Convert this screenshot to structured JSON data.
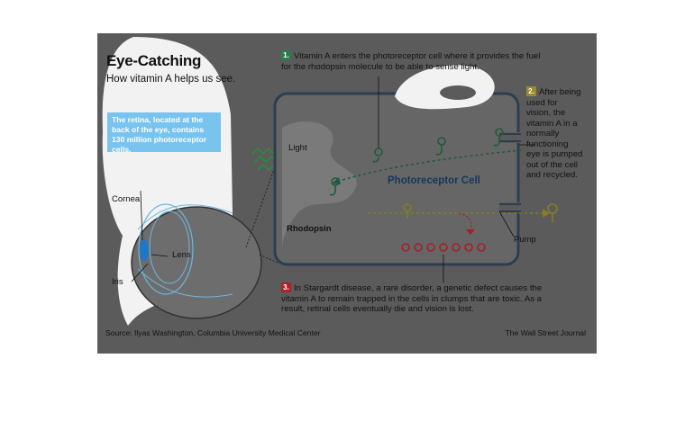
{
  "title": "Eye-Catching",
  "subtitle": "How vitamin A helps us see.",
  "callout": "The retina, located at the back of the eye, contains 130 million photoreceptor cells.",
  "labels": {
    "cornea": "Cornea",
    "lens": "Lens",
    "iris": "Iris",
    "light": "Light",
    "rhodopsin": "Rhodopsin",
    "pump": "Pump",
    "cell": "Photoreceptor Cell"
  },
  "steps": [
    {
      "num": "1.",
      "color": "#2f7a4f",
      "text": "Vitamin A enters the photoreceptor cell where it provides the fuel for the rhodopsin molecule to be able to sense light."
    },
    {
      "num": "2.",
      "color": "#9a8a2a",
      "text": "After being used for vision, the vitamin A in a normally functioning eye is pumped out of the cell and recycled."
    },
    {
      "num": "3.",
      "color": "#b0202a",
      "text": "In Stargardt disease, a rare disorder, a genetic defect causes the vitamin A to remain trapped in the cells in clumps that are toxic. As a result, retinal cells eventually die and vision is lost."
    }
  ],
  "source": "Source: Ilyas Washington, Columbia University Medical Center",
  "credit": "The Wall Street Journal",
  "colors": {
    "panel": "#5b5b5b",
    "callout": "#79c4ee",
    "green": "#1f5a3a",
    "gold": "#8a7a25",
    "red": "#a3202a",
    "cellTitle": "#12385a"
  }
}
